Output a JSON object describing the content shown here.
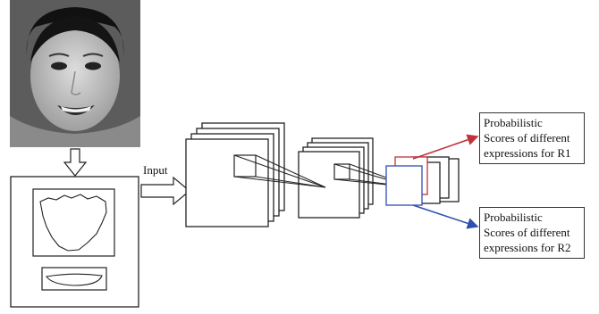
{
  "diagram": {
    "input_label": "Input",
    "outputs": [
      {
        "text": "Probabilistic\nScores of different\nexpressions for R1",
        "arrow_color": "#c0323d"
      },
      {
        "text": "Probabilistic\nScores of different\nexpressions for R2",
        "arrow_color": "#2e4fb0"
      }
    ],
    "colors": {
      "stroke": "#222222",
      "photo_background": "#5a5a5a",
      "face": "#c9c9c9",
      "hair": "#111111"
    }
  }
}
